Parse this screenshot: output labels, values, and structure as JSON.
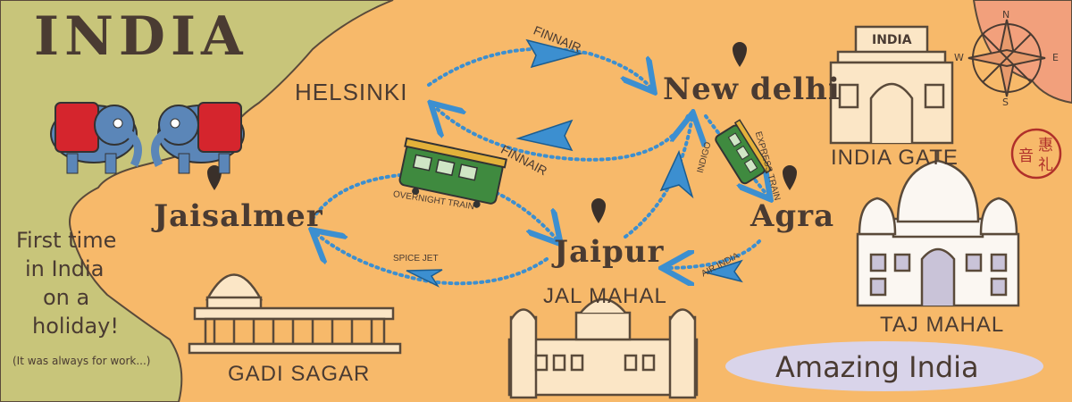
{
  "title": "India",
  "tagline": {
    "lines": [
      "First time",
      "in India",
      "on a",
      "holiday!"
    ],
    "note": "(It was always for work...)"
  },
  "cities": {
    "helsinki": "HELSINKI",
    "new_delhi": "New delhi",
    "jaisalmer": "Jaisalmer",
    "jaipur": "Jaipur",
    "agra": "Agra"
  },
  "landmarks": {
    "india_gate": "INDIA GATE",
    "india_gate_inscription": "INDIA",
    "taj_mahal": "TAJ MAHAL",
    "jal_mahal": "JAL MAHAL",
    "gadi_sagar": "GADI SAGAR"
  },
  "routes": {
    "finnair_out": "FINNAIR",
    "finnair_back": "FINNAIR",
    "express_train": "EXPRESS TRAIN",
    "indigo": "INDIGO",
    "overnight_train": "OVERNIGHT TRAIN",
    "spice_jet": "SPICE JET",
    "air_india": "AIR INDIA"
  },
  "compass": {
    "n": "N",
    "e": "E",
    "s": "S",
    "w": "W"
  },
  "banner": "Amazing India",
  "seal": {
    "chars": [
      "惠",
      "礼",
      "音"
    ],
    "color": "#b0302a"
  },
  "colors": {
    "land": "#f7b96a",
    "sea": "#c8c57a",
    "route": "#3c8fd0",
    "ink": "#4a3b32",
    "banner_bg": "#d9d4ea"
  }
}
